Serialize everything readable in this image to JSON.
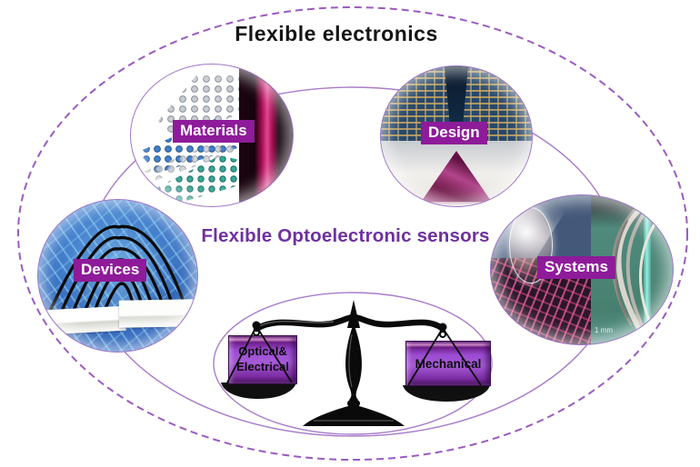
{
  "title": "Flexible electronics",
  "center_label": "Flexible Optoelectronic sensors",
  "nodes": {
    "materials": {
      "label": "Materials"
    },
    "design": {
      "label": "Design"
    },
    "devices": {
      "label": "Devices"
    },
    "systems": {
      "label": "Systems",
      "scale_bar": "1 mm"
    }
  },
  "balance": {
    "left_box": {
      "line1": "Optical&",
      "line2": "Electrical"
    },
    "right_box": {
      "label": "Mechanical"
    }
  },
  "colors": {
    "center_text_purple": "#7030A0",
    "node_label_bg": "#8E1B9A",
    "dashed_ellipse": "#9A5BC0",
    "solid_ellipse": "#A87CC9",
    "weight_box_purple": "#9A4AD0",
    "title_black": "#151515"
  }
}
